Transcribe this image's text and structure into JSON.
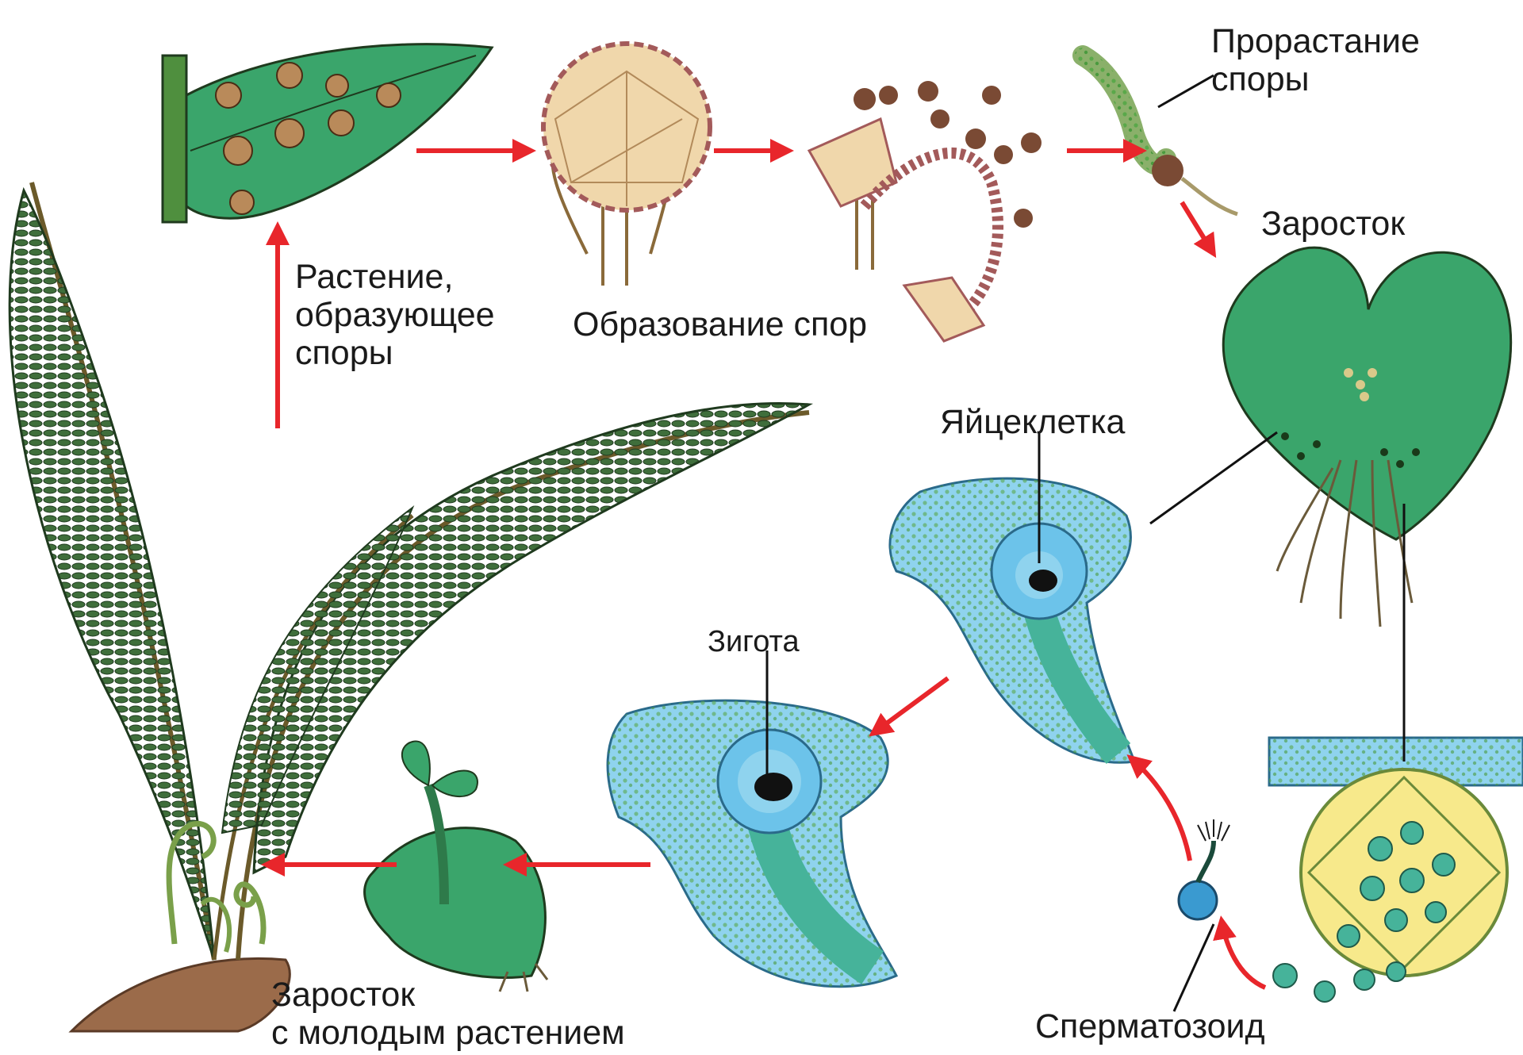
{
  "diagram": {
    "labels": {
      "spore_plant": [
        "Растение,",
        "образующее",
        "споры"
      ],
      "spore_formation": "Образование спор",
      "spore_germination": [
        "Прорастание",
        "споры"
      ],
      "prothallus": "Заросток",
      "egg_cell": "Яйцеклетка",
      "zygote": "Зигота",
      "sperm": "Сперматозоид",
      "prothallus_with_young_plant": [
        "Заросток",
        "с молодым растением"
      ]
    },
    "colors": {
      "arrow": "#e8262b",
      "fern_green": "#3d6b3a",
      "prothallus_green": "#3aa56b",
      "cell_blue": "#8fd3ee",
      "cell_teal": "#46b39a",
      "sporangium_tan": "#f0d7ab",
      "antheridium_yellow": "#f7e98b"
    }
  }
}
